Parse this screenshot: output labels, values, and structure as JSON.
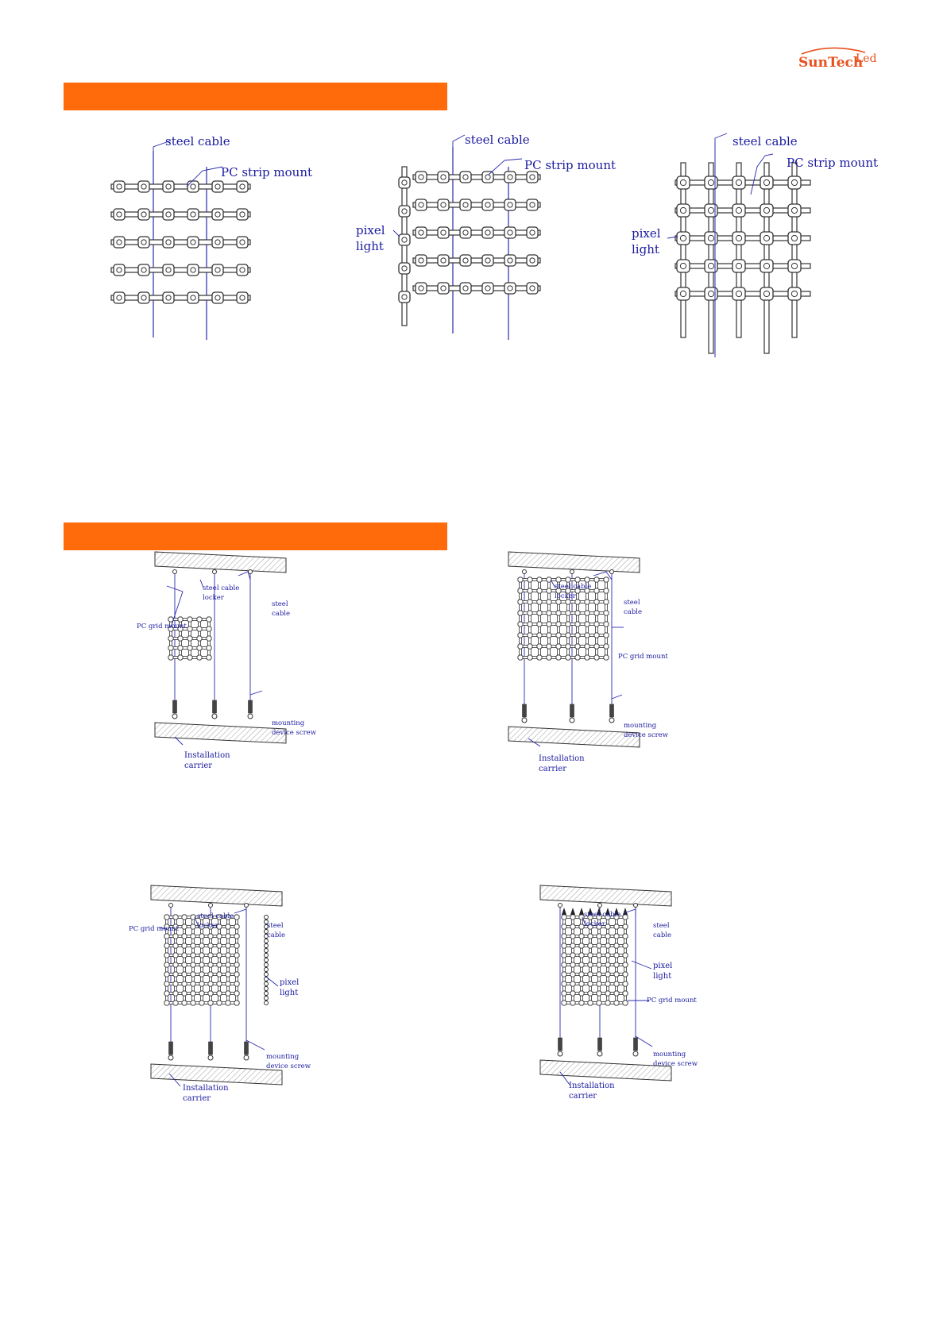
{
  "brand": {
    "logo_text": "SunTech",
    "logo_suffix": "Led",
    "color": "#e8501e"
  },
  "colors": {
    "section_bar": "#ff6a0a",
    "label": "#1a1aa0",
    "drawing": "#333333"
  },
  "section1": {
    "figures": [
      {
        "labels": {
          "cable": "steel cable",
          "strip": "PC strip mount"
        }
      },
      {
        "labels": {
          "cable": "steel cable",
          "strip": "PC strip mount",
          "pixel_1": "pixel",
          "pixel_2": "light"
        }
      },
      {
        "labels": {
          "cable": "steel cable",
          "strip": "PC strip mount",
          "pixel_1": "pixel",
          "pixel_2": "light"
        }
      }
    ]
  },
  "section2": {
    "figures": [
      {
        "labels": {
          "locker_1": "steel cable",
          "locker_2": "locker",
          "cable_1": "steel",
          "cable_2": "cable",
          "grid": "PC grid mount",
          "screw_1": "mounting",
          "screw_2": "device screw",
          "carrier_1": "Installation",
          "carrier_2": "carrier"
        }
      },
      {
        "labels": {
          "locker_1": "steel cable",
          "locker_2": "locker",
          "cable_1": "steel",
          "cable_2": "cable",
          "grid": "PC grid mount",
          "screw_1": "mounting",
          "screw_2": "device screw",
          "carrier_1": "Installation",
          "carrier_2": "carrier"
        }
      },
      {
        "labels": {
          "locker_1": "steel cable",
          "locker_2": "locker",
          "cable_1": "steel",
          "cable_2": "cable",
          "grid": "PC grid mount",
          "pixel_1": "pixel",
          "pixel_2": "light",
          "screw_1": "mounting",
          "screw_2": "device screw",
          "carrier_1": "Installation",
          "carrier_2": "carrier"
        }
      },
      {
        "labels": {
          "locker_1": "steel cable",
          "locker_2": "locker",
          "cable_1": "steel",
          "cable_2": "cable",
          "pixel_1": "pixel",
          "pixel_2": "light",
          "grid": "PC grid mount",
          "screw_1": "mounting",
          "screw_2": "device screw",
          "carrier_1": "Installation",
          "carrier_2": "carrier"
        }
      }
    ]
  }
}
